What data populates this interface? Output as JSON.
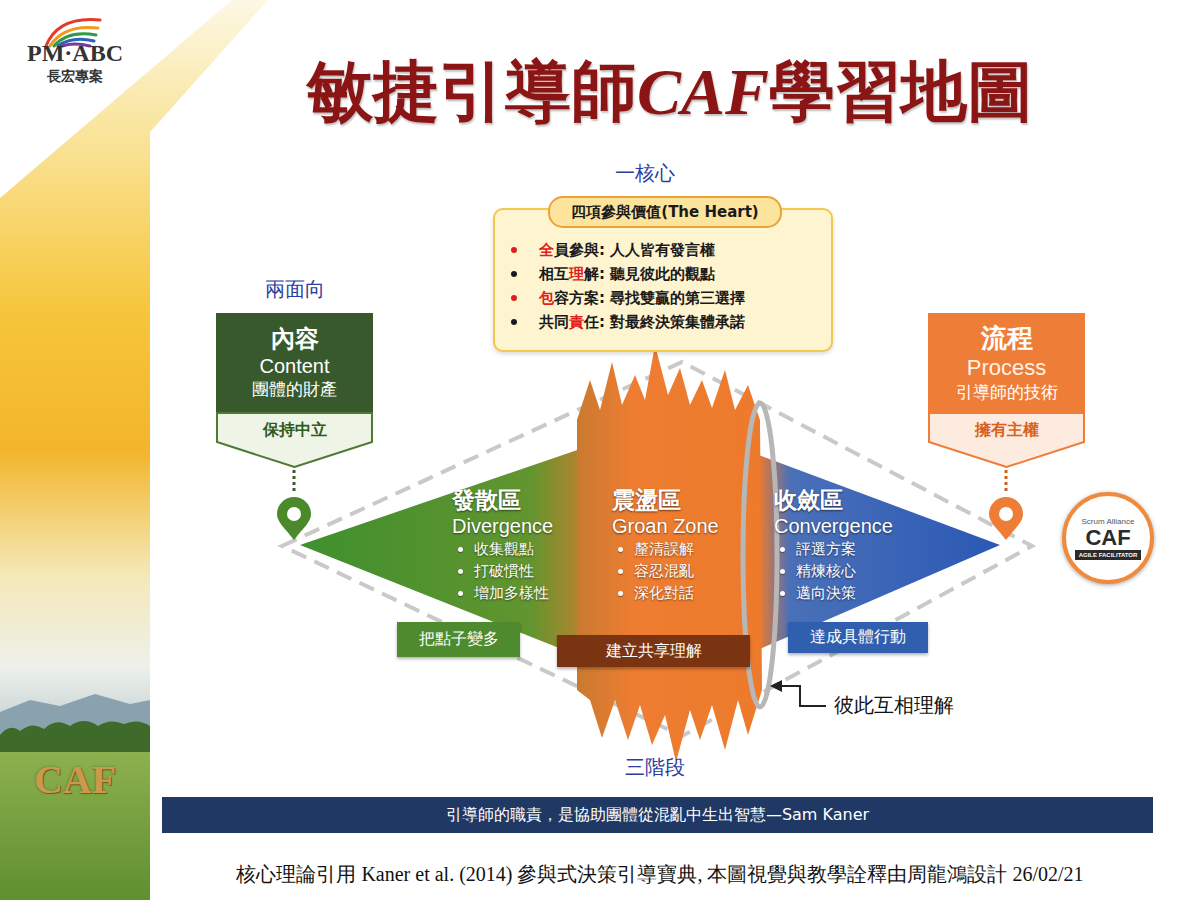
{
  "diagram": {
    "title": "敏捷引導師CAF學習地圖",
    "caption": "核心理論引用 Kaner et al. (2014) 參與式決策引導寶典, 本圖視覺與教學詮釋由周龍鴻設計 26/02/21",
    "nodes": [
      {
        "text": [
          "全員參與: 人人皆有發言權",
          "相互理解: 聽見彼此的觀點",
          "包容方案: 尋找雙贏的第三選擇",
          "共同責任: 對最終決策集體承諾"
        ]
      },
      {
        "text": [
          "四項參與價值(The Heart)"
        ],
        "in": 0
      },
      {
        "text": [
          "內容",
          "Content",
          "團體的財產"
        ]
      },
      {
        "text": [
          "保持中立"
        ]
      },
      {
        "text": [
          "流程",
          "Process",
          "引導師的技術"
        ]
      },
      {
        "text": [
          "擁有主權"
        ]
      },
      {
        "text": [
          "發散區",
          "Divergence",
          "收集觀點",
          "打破慣性",
          "增加多樣性"
        ]
      },
      {
        "text": [
          "震盪區",
          "Groan Zone",
          "釐清誤解",
          "容忍混亂",
          "深化對話"
        ]
      },
      {
        "text": [
          "收斂區",
          "Convergence",
          "評選方案",
          "精煉核心",
          "邁向決策"
        ]
      },
      {
        "text": [
          "把點子變多"
        ]
      },
      {
        "text": [
          "建立共享理解"
        ]
      },
      {
        "text": [
          "達成具體行動"
        ]
      },
      {
        "text": [
          "Scrum Alliance",
          "CAF",
          "AGILE FACILITATOR"
        ]
      },
      {
        "text": [
          "引導師的職責，是協助團體從混亂中生出智慧—Sam Kaner"
        ]
      }
    ],
    "labels": [
      "PM·ABC",
      "長宏專案",
      "一核心",
      "兩面向",
      "彼此互相理解",
      "三階段",
      "CAF"
    ]
  }
}
